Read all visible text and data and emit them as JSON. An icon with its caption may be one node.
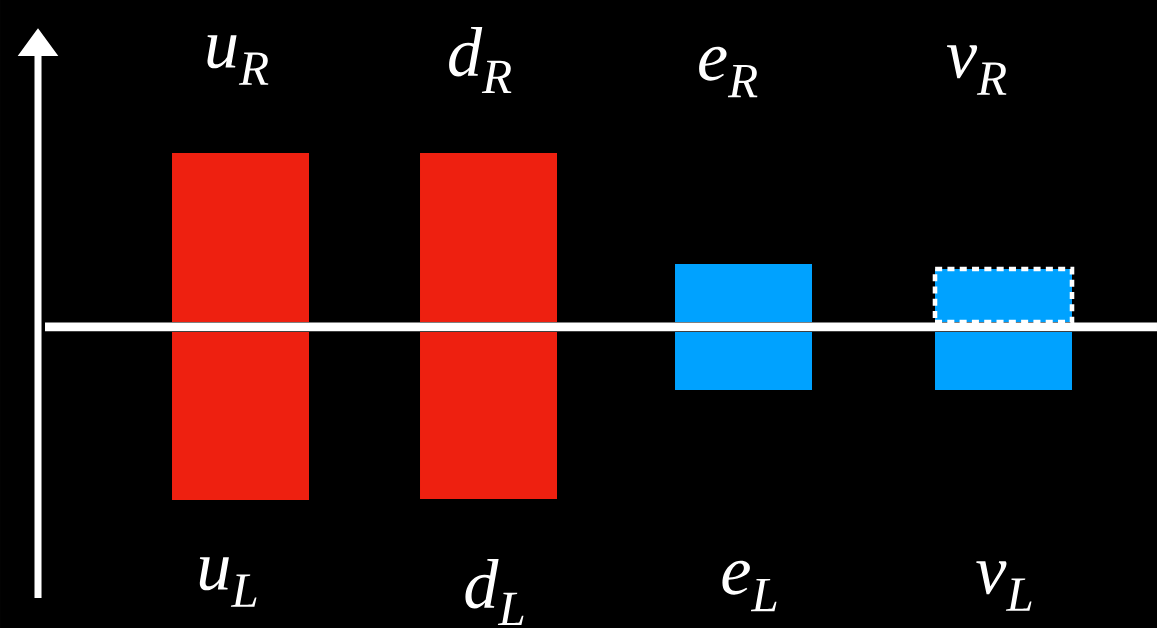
{
  "diagram": {
    "nodes": [
      {
        "text": [
          "u$_{R}$"
        ]
      },
      {
        "text": [
          "d$_{R}$"
        ]
      },
      {
        "text": [
          "e$_{R}$"
        ]
      },
      {
        "text": [
          "ν$_{R}$"
        ]
      },
      {
        "text": [
          "u$_{L}$"
        ]
      },
      {
        "text": [
          "d$_{L}$"
        ]
      },
      {
        "text": [
          "e$_{L}$"
        ]
      },
      {
        "text": [
          "ν$_{L}$"
        ]
      }
    ]
  }
}
